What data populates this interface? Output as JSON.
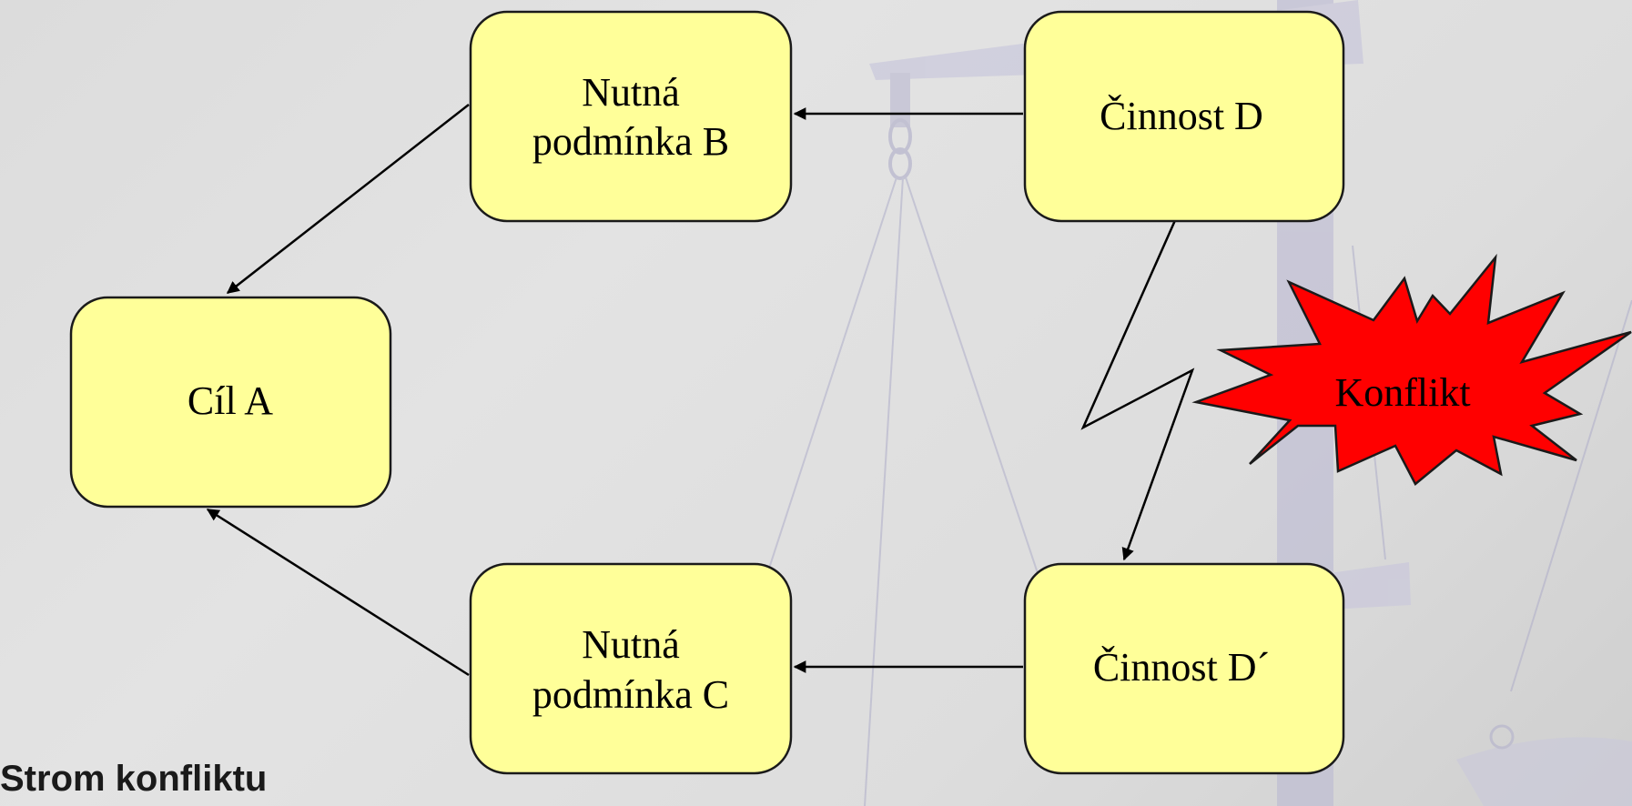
{
  "diagram": {
    "nodes": {
      "goal_a": {
        "lines": [
          "Cíl A"
        ]
      },
      "condition_b": {
        "lines": [
          "Nutná",
          "podmínka B"
        ]
      },
      "condition_c": {
        "lines": [
          "Nutná",
          "podmínka C"
        ]
      },
      "action_d": {
        "lines": [
          "Činnost D"
        ]
      },
      "action_d_prime": {
        "lines": [
          "Činnost D´"
        ]
      }
    },
    "conflict_label": "Konflikt",
    "caption": "Strom konfliktu"
  },
  "colors": {
    "box_fill": "#ffff99",
    "box_stroke": "#1a1a1a",
    "arrow": "#000000",
    "starburst": "#ff0000",
    "background": "#dedede",
    "watermark": "#b4b3cc"
  }
}
